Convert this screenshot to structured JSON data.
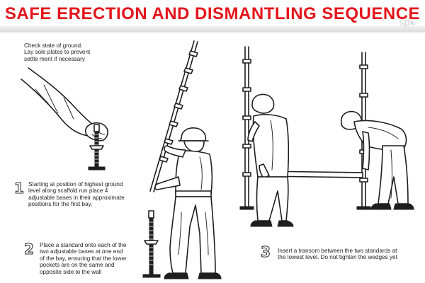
{
  "banner": {
    "title": "SAFE ERECTION AND DISMANTLING SEQUENCE",
    "title_color": "#e4151b",
    "watermark": "spk"
  },
  "intro": {
    "line1": "Check state of ground.",
    "line2": "Lay sole plates to prevent",
    "line3": "settle ment if necessary"
  },
  "steps": [
    {
      "number": "1",
      "line1": "Starting at position of highest ground",
      "line2": "level along scaffold run place 4",
      "line3": "adjustable bases in their approximate",
      "line4": "positions for the first bay."
    },
    {
      "number": "2",
      "line1": "Place a standard onto each of the",
      "line2": "two adjustable bases at one end",
      "line3": "of the bay, ensuring that the lower",
      "line4": "pockets are on the same and",
      "line5": "opposite side to the wall"
    },
    {
      "number": "3",
      "line1": "Insert a transom between the two standards at",
      "line2": "the lowest level. Do not tighten the wedges yet"
    }
  ]
}
